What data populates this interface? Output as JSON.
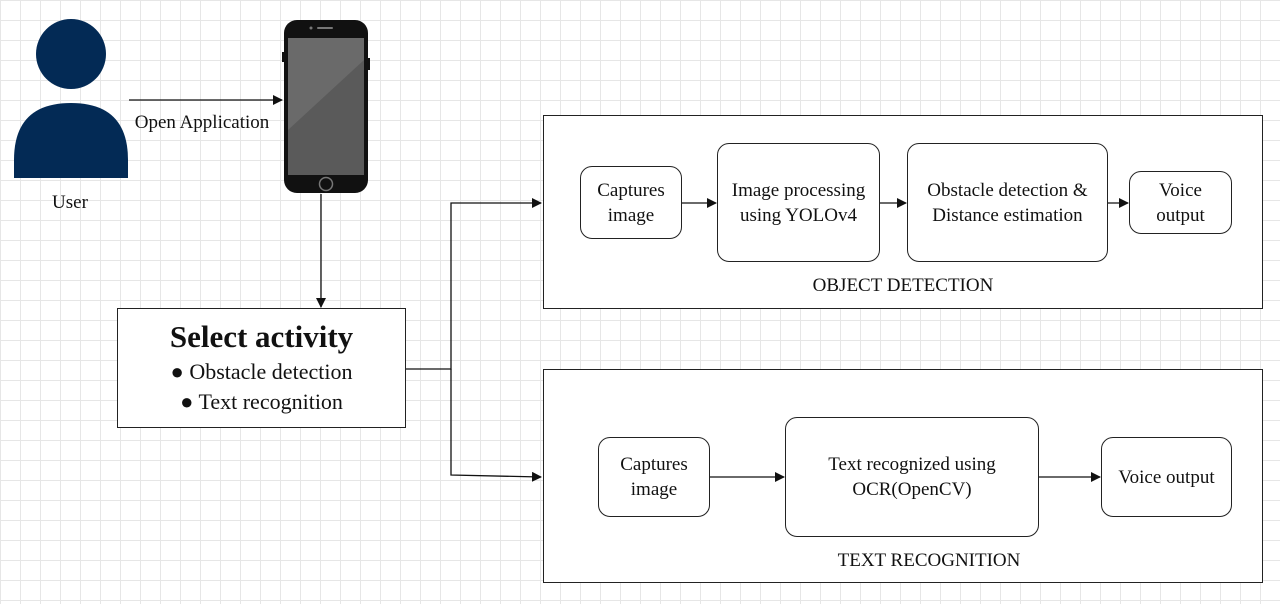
{
  "user": {
    "label": "User"
  },
  "connector": {
    "open_app": "Open Application"
  },
  "select": {
    "title": "Select activity",
    "options": [
      "Obstacle detection",
      "Text recognition"
    ]
  },
  "object_detection": {
    "caption": "OBJECT DETECTION",
    "steps": [
      "Captures\nimage",
      "Image processing\nusing YOLOv4",
      "Obstacle detection &\nDistance estimation",
      "Voice\noutput"
    ]
  },
  "text_recognition": {
    "caption": "TEXT RECOGNITION",
    "steps": [
      "Captures\nimage",
      "Text recognized using\nOCR(OpenCV)",
      "Voice output"
    ]
  },
  "colors": {
    "user_icon": "#032a55",
    "phone_body": "#111111",
    "phone_screen": "#5a5a5a"
  }
}
